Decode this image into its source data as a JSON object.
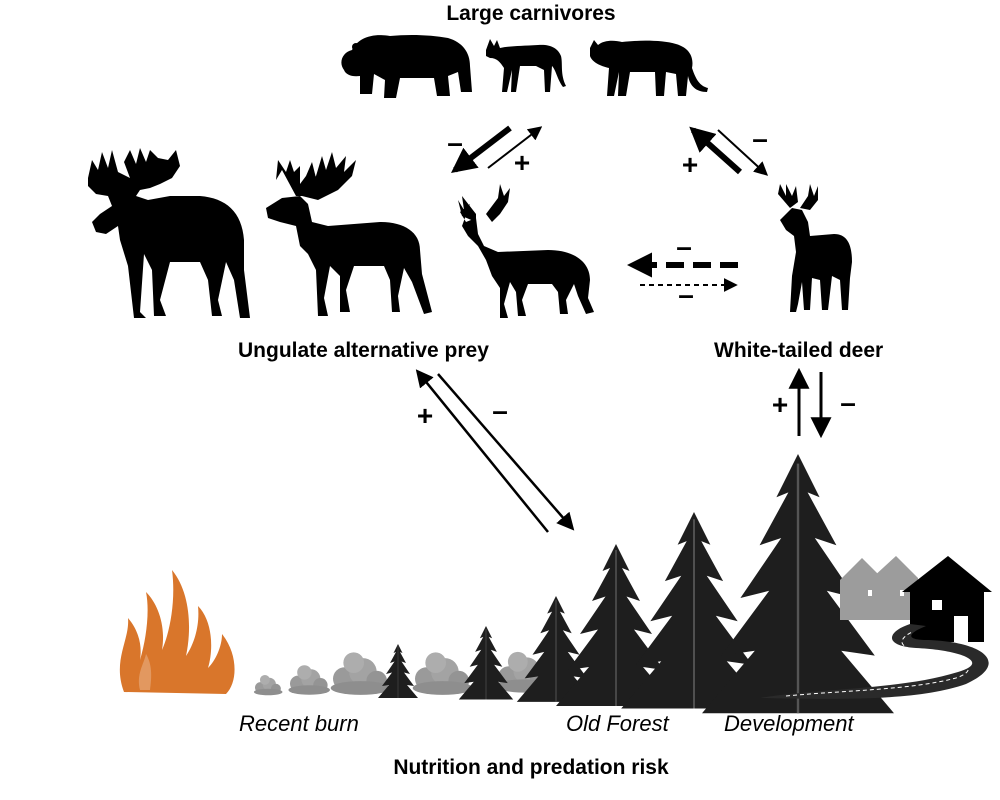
{
  "labels": {
    "large_carnivores": "Large carnivores",
    "ungulate_alternative_prey": "Ungulate alternative prey",
    "white_tailed_deer": "White-tailed deer",
    "recent_burn": "Recent burn",
    "old_forest": "Old Forest",
    "development": "Development",
    "nutrition_predation_risk": "Nutrition and predation risk"
  },
  "signs": {
    "carnivore_to_prey": "–",
    "prey_to_carnivore": "+",
    "deer_to_carnivore": "+",
    "carnivore_to_deer": "–",
    "deer_on_prey_upper": "–",
    "deer_on_prey_lower": "–",
    "prey_to_forest": "–",
    "forest_to_prey": "+",
    "deer_to_development": "–",
    "development_to_deer": "+"
  },
  "icons": {
    "animals": [
      "bear-icon",
      "wolf-icon",
      "cougar-icon",
      "moose-icon",
      "elk-icon",
      "mule-deer-icon",
      "white-tailed-deer-icon"
    ],
    "landscape": [
      "fire-icon",
      "shrub-icon",
      "conifer-tree-icon",
      "house-icon",
      "road-icon"
    ]
  },
  "colors": {
    "silhouette": "#000000",
    "fire": "#d9762b",
    "shrub": "#9a9a9a",
    "tree": "#1e1e1e",
    "house_far": "#9c9c9c",
    "road": "#2a2a2a"
  }
}
